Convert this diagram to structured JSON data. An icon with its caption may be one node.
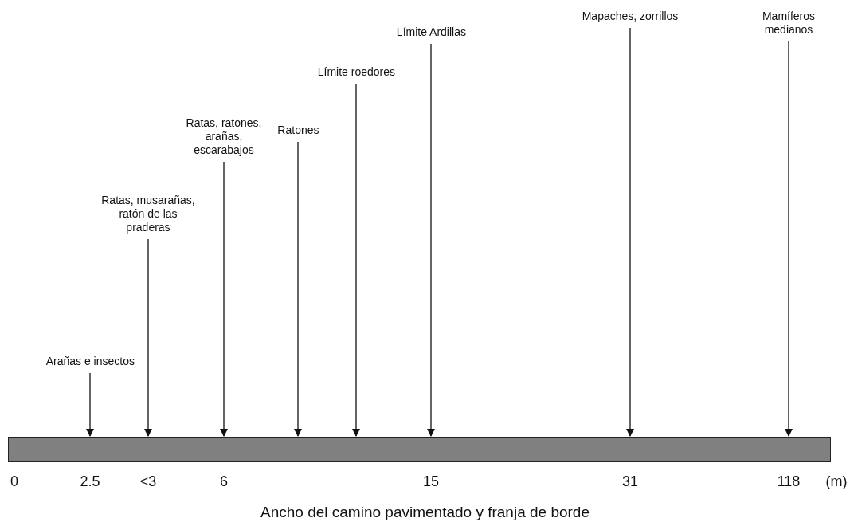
{
  "diagram": {
    "caption": "Ancho del camino pavimentado y franja de borde",
    "nodes": [
      {
        "text": [
          "Arañas e insectos"
        ]
      },
      {
        "text": [
          "Ratas, musarañas, ratón de las praderas"
        ]
      },
      {
        "text": [
          "Ratas, ratones, arañas, escarabajos"
        ]
      },
      {
        "text": [
          "Ratones"
        ]
      },
      {
        "text": [
          "Límite roedores"
        ]
      },
      {
        "text": [
          "Límite Ardillas"
        ]
      },
      {
        "text": [
          "Mapaches, zorrillos"
        ]
      },
      {
        "text": [
          "Mamíferos medianos"
        ]
      },
      {
        "text": [],
        "shape": "bar"
      }
    ],
    "edges": [
      {
        "from": 0,
        "to": 8,
        "arrow": "to"
      },
      {
        "from": 1,
        "to": 8,
        "arrow": "to"
      },
      {
        "from": 2,
        "to": 8,
        "arrow": "to"
      },
      {
        "from": 3,
        "to": 8,
        "arrow": "to"
      },
      {
        "from": 4,
        "to": 8,
        "arrow": "to"
      },
      {
        "from": 5,
        "to": 8,
        "arrow": "to"
      },
      {
        "from": 6,
        "to": 8,
        "arrow": "to"
      },
      {
        "from": 7,
        "to": 8,
        "arrow": "to"
      }
    ],
    "labels": [
      "0",
      "2.5",
      "<3",
      "6",
      "15",
      "31",
      "118",
      "(m)"
    ]
  }
}
